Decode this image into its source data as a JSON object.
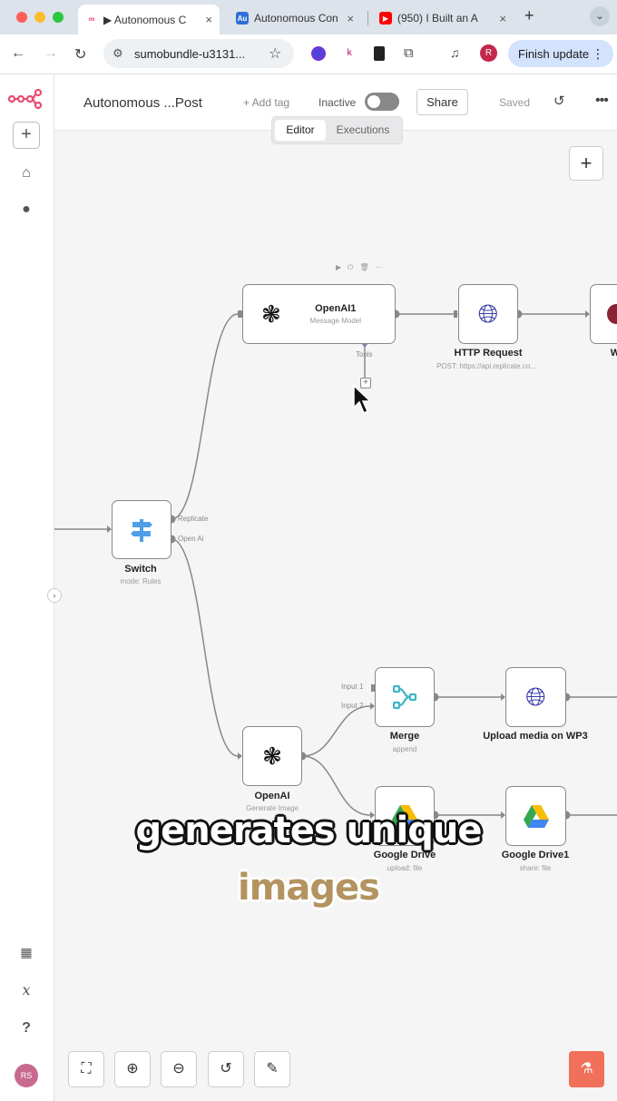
{
  "browser": {
    "tabs": [
      {
        "title": "▶ Autonomous C",
        "active": true
      },
      {
        "title": "Autonomous Con",
        "active": false
      },
      {
        "title": "(950) I Built an A",
        "active": false
      }
    ],
    "new_tab": "+",
    "tab_menu": "⌄",
    "address": "sumobundle-u3131...",
    "finish_update": "Finish update",
    "profile_initial": "R",
    "ext_k": "k"
  },
  "sidebar": {
    "avatar_initials": "RS"
  },
  "header": {
    "workflow_title": "Autonomous ...Post",
    "add_tag": "+ Add tag",
    "status": "Inactive",
    "share": "Share",
    "saved": "Saved",
    "tabs": [
      "Editor",
      "Executions"
    ]
  },
  "nodes": {
    "openai1": {
      "label": "OpenAI1",
      "sub": "Message Model",
      "tools": "Tools"
    },
    "http": {
      "label": "HTTP Request",
      "sub": "POST: https://api.replicate.co..."
    },
    "partial": {
      "label": "W"
    },
    "switch": {
      "label": "Switch",
      "sub": "mode: Rules",
      "out1": "Replicate",
      "out2": "Open Ai"
    },
    "merge": {
      "label": "Merge",
      "sub": "append",
      "in1": "Input 1",
      "in2": "Input 2"
    },
    "upload": {
      "label": "Upload media on WP3"
    },
    "openai": {
      "label": "OpenAI",
      "sub": "Generate Image"
    },
    "gdrive": {
      "label": "Google Drive",
      "sub": "upload: file"
    },
    "gdrive1": {
      "label": "Google Drive1",
      "sub": "share: file"
    }
  },
  "caption": {
    "line1": "generates unique",
    "line2": "images"
  },
  "colors": {
    "accent": "#ea4b71",
    "switch_blue": "#4f9ee8",
    "globe": "#3b3ba8",
    "merge_teal": "#3fb6c6",
    "flask": "#f0705a"
  }
}
